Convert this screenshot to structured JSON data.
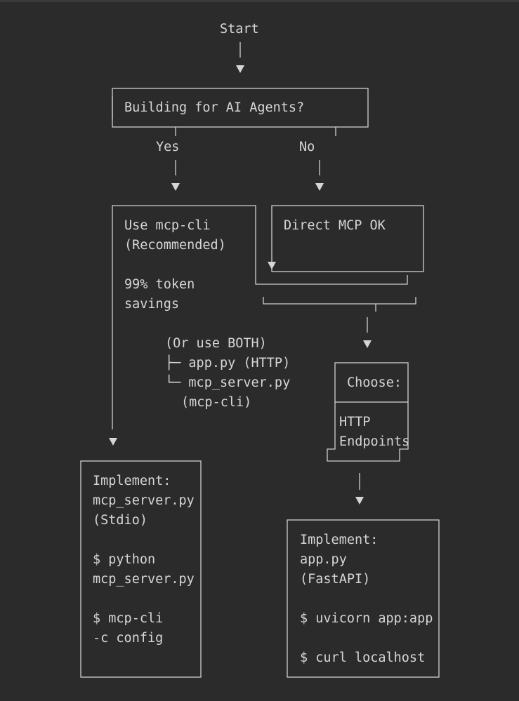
{
  "flowchart": {
    "start": "Start",
    "question": "Building for AI Agents?",
    "branch_yes": "Yes",
    "branch_no": "No",
    "use_cli": {
      "line1": "Use mcp-cli",
      "line2": "(Recommended)",
      "line3": "99% token",
      "line4": "savings"
    },
    "direct_mcp": "Direct MCP OK",
    "both_note": {
      "line1": "(Or use BOTH)",
      "line2": "├─ app.py (HTTP)",
      "line3": "└─ mcp_server.py",
      "line4": "(mcp-cli)"
    },
    "choose": {
      "title": "Choose:",
      "line1": "HTTP",
      "line2": "Endpoints"
    },
    "implement_stdio": {
      "line1": "Implement:",
      "line2": "mcp_server.py",
      "line3": "(Stdio)",
      "line4": "$ python",
      "line5": "mcp_server.py",
      "line6": "$ mcp-cli",
      "line7": "-c config"
    },
    "implement_http": {
      "line1": "Implement:",
      "line2": "app.py",
      "line3": "(FastAPI)",
      "line4": "$ uvicorn app:app",
      "line5": "$ curl localhost"
    }
  }
}
